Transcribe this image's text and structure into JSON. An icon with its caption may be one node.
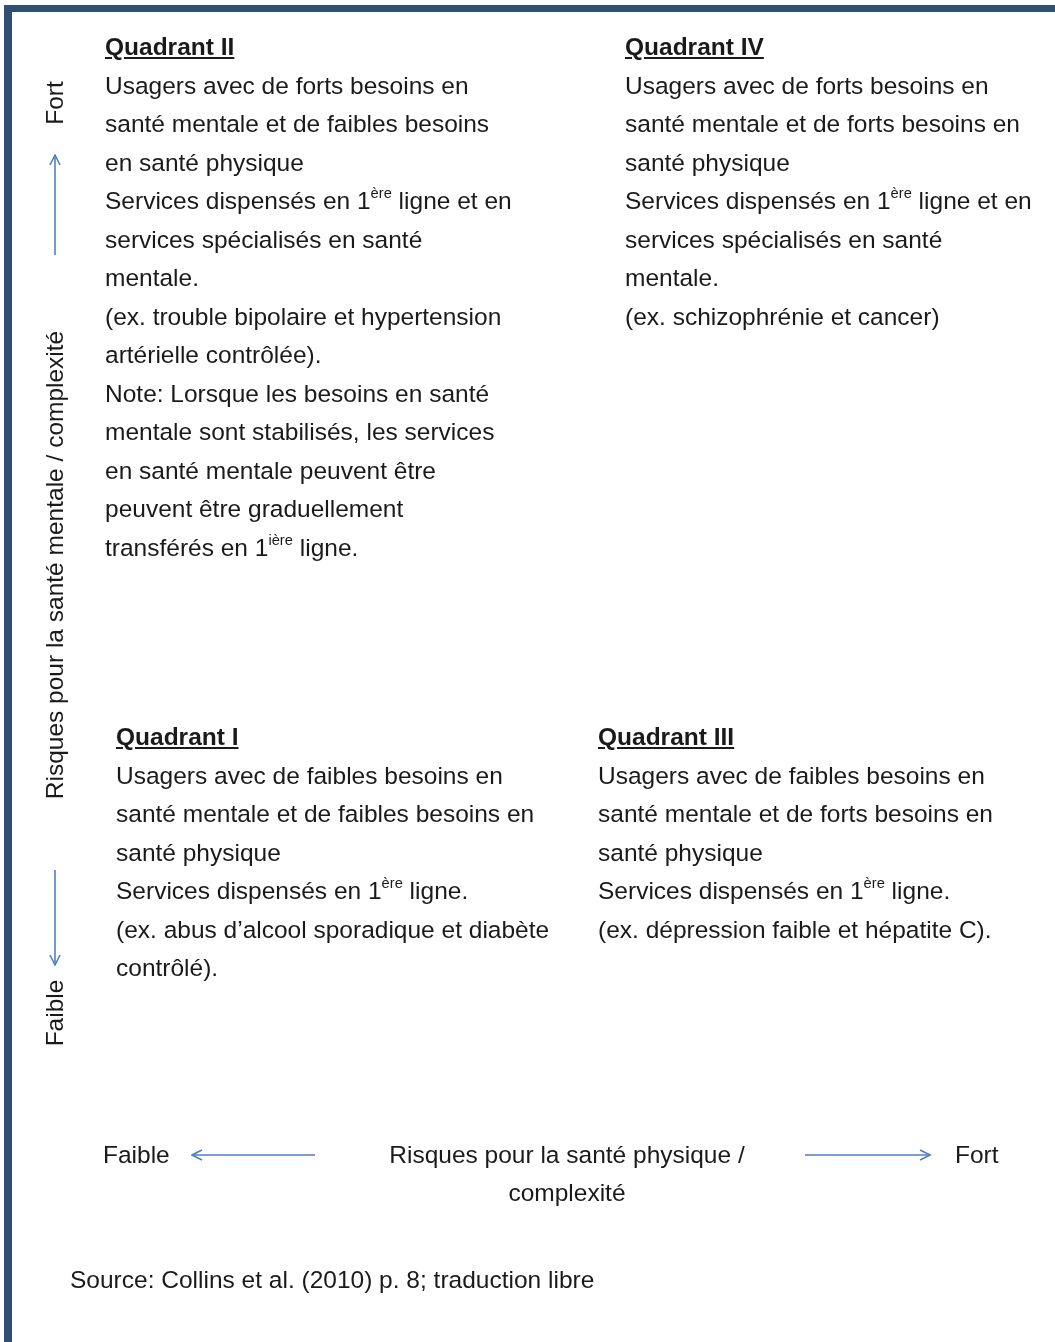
{
  "diagram": {
    "labels": [
      "Fort",
      "Quadrant II",
      "Usagers avec de forts besoins en santé mentale et de faibles besoins en santé physique",
      "Services dispensés en 1$^{ère}$ ligne et en services spécialisés en santé mentale.",
      "(ex. trouble bipolaire et hypertension artérielle contrôlée).",
      "Note: Lorsque les besoins en santé mentale sont stabilisés, les services en santé mentale peuvent être peuvent être graduellement transférés en 1$^{ière}$ ligne.",
      "Quadrant IV",
      "Usagers avec de forts besoins en santé mentale et de forts besoins en santé physique",
      "Services dispensés en 1$^{ère}$ ligne et en services spécialisés en santé mentale.",
      "(ex. schizophrénie et cancer)",
      "Risques pour la santé mentale / complexité",
      "Faible",
      "Quadrant I",
      "Usagers avec de faibles besoins en santé mentale et de faibles besoins en santé physique",
      "Services dispensés en 1$^{ère}$ ligne.",
      "(ex. abus d’alcool sporadique et diabète contrôlé).",
      "Quadrant III",
      "Usagers avec de faibles besoins en santé mentale et de forts besoins en santé physique",
      "Services dispensés en 1$^{ère}$ ligne.",
      "(ex. dépression faible et hépatite C).",
      "Faible",
      "Risques pour la santé physique / complexité",
      "Fort",
      "Source: Collins et al. (2010) p. 8; traduction libre"
    ]
  }
}
